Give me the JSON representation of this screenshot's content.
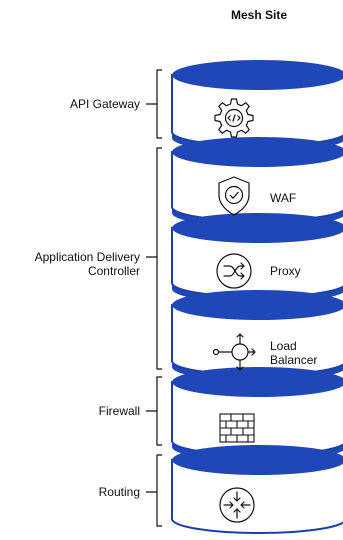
{
  "title": "Mesh Site",
  "colors": {
    "cylinder": "#1f47b8",
    "stroke": "#1d3fa6",
    "line": "#111111"
  },
  "layers": [
    {
      "label": "API Gateway",
      "icon": "gear-code-icon"
    },
    {
      "label": "WAF",
      "icon": "shield-check-icon"
    },
    {
      "label": "Proxy",
      "icon": "shuffle-arrows-icon"
    },
    {
      "label": "Load Balancer",
      "label_line1": "Load",
      "label_line2": "Balancer",
      "icon": "load-balancer-icon"
    },
    {
      "label": "Firewall",
      "icon": "brick-wall-icon"
    },
    {
      "label": "Routing",
      "icon": "router-arrows-icon"
    }
  ],
  "side_labels": {
    "api_gateway": "API Gateway",
    "adc_line1": "Application Delivery",
    "adc_line2": "Controller",
    "firewall": "Firewall",
    "routing": "Routing"
  }
}
